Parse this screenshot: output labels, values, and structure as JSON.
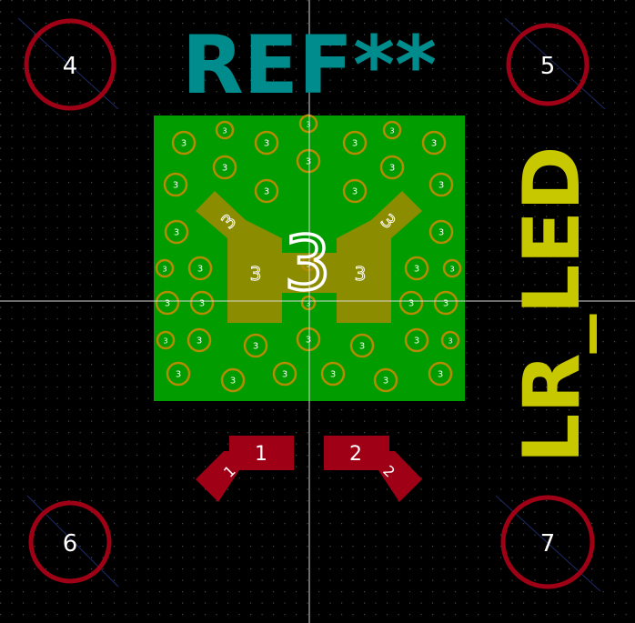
{
  "footprint": {
    "reference": "REF**",
    "value": "LR_LED",
    "thermal_pad_number": "3",
    "pad_labels": {
      "pad1": "1",
      "pad2": "2",
      "mount4": "4",
      "mount5": "5",
      "mount6": "6",
      "mount7": "7"
    },
    "via_number": "3"
  },
  "colors": {
    "background": "#000000",
    "grid": "#3c3c3c",
    "crosshair": "#e6e6e6",
    "thermal_copper": "#009c00",
    "pad_gold": "#8c8c00",
    "via_ring": "#b48c00",
    "smd_pad_red": "#a00016",
    "mount_ring": "#a00016",
    "reference_text": "#008c8c",
    "value_text": "#c8c800",
    "pad_number_text": "#ffffff"
  }
}
